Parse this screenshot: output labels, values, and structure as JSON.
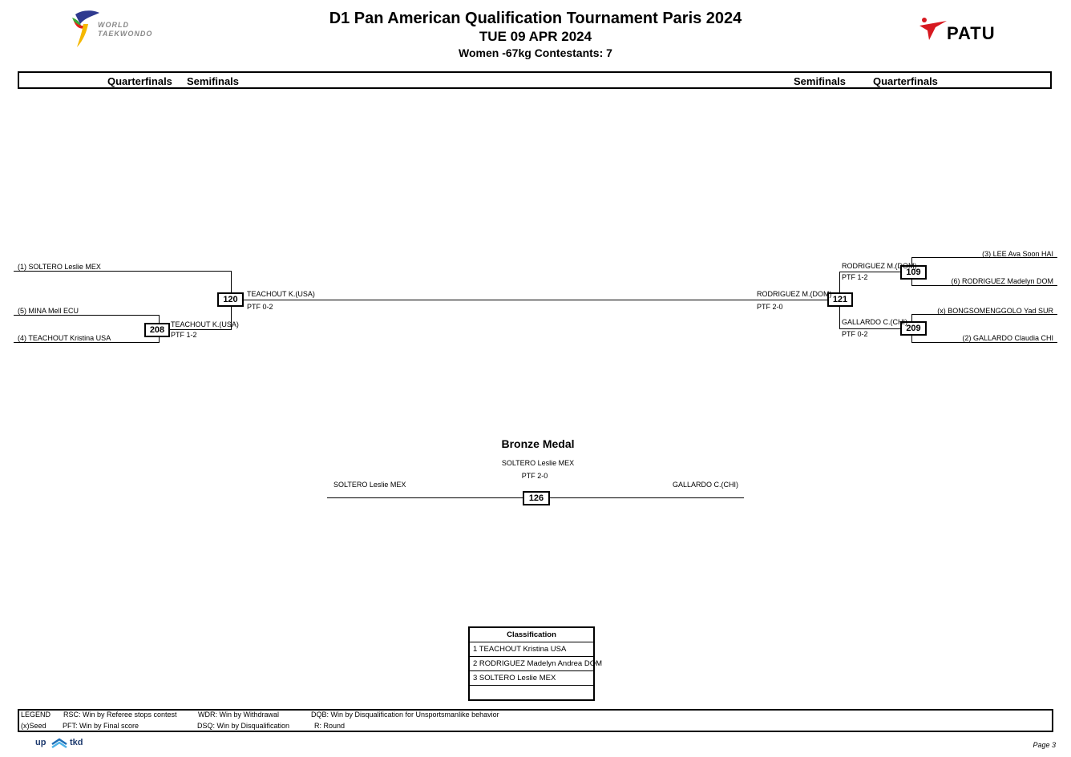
{
  "header": {
    "title": "D1 Pan American Qualification Tournament Paris 2024",
    "date": "TUE 09 APR 2024",
    "category": "Women -67kg  Contestants: 7",
    "wt_logo_line1": "WORLD",
    "wt_logo_line2": "TAEKWONDO",
    "patu_logo": "PATU"
  },
  "rounds": {
    "left_qf": "Quarterfinals",
    "left_sf": "Semifinals",
    "right_sf": "Semifinals",
    "right_qf": "Quarterfinals"
  },
  "left": {
    "entry1": "(1) SOLTERO Leslie MEX",
    "entry5": "(5) MINA Mell ECU",
    "entry4": "(4) TEACHOUT Kristina USA",
    "m208": {
      "num": "208",
      "winner": "TEACHOUT K.(USA)",
      "score": "PTF 1-2"
    },
    "m120": {
      "num": "120",
      "winner": "TEACHOUT K.(USA)",
      "score": "PTF 0-2"
    }
  },
  "right": {
    "entry3": "(3) LEE Ava Soon HAI",
    "entry6": "(6) RODRIGUEZ Madelyn  DOM",
    "entryx": "(x) BONGSOMENGGOLO Yad SUR",
    "entry2": "(2) GALLARDO Claudia CHI",
    "m109": {
      "num": "109",
      "winner": "RODRIGUEZ M.(DOM)",
      "score": "PTF 1-2"
    },
    "m209": {
      "num": "209",
      "winner": "GALLARDO C.(CHI)",
      "score": "PTF 0-2"
    },
    "m121": {
      "num": "121",
      "winner": "RODRIGUEZ M.(DOM)",
      "score": "PTF 2-0"
    }
  },
  "bronze": {
    "title": "Bronze Medal",
    "winner": "SOLTERO Leslie MEX",
    "score": "PTF 2-0",
    "left": "SOLTERO Leslie MEX",
    "right": "GALLARDO C.(CHI)",
    "num": "126"
  },
  "classification": {
    "title": "Classification",
    "rows": [
      "1 TEACHOUT Kristina USA",
      "2 RODRIGUEZ Madelyn Andrea DOM",
      "3 SOLTERO Leslie MEX",
      ""
    ]
  },
  "legend": {
    "label": "LEGEND",
    "rsc": "RSC: Win by Referee stops contest",
    "wdr": "WDR: Win by Withdrawal",
    "dqb": "DQB: Win by Disqualification for Unsportsmanlike behavior",
    "seed": "(x)Seed",
    "pft": "PFT: Win by Final score",
    "dsq": "DSQ: Win by Disqualification",
    "round": "R: Round"
  },
  "footer": {
    "brand_left": "up",
    "brand_right": "tkd",
    "page": "Page 3"
  },
  "colors": {
    "wt_red": "#e2231a",
    "wt_yellow": "#f5b800",
    "wt_blue": "#2f3a8f",
    "wt_green": "#3aa935",
    "patu_red": "#d71920",
    "brand_blue": "#1d6fb8"
  }
}
